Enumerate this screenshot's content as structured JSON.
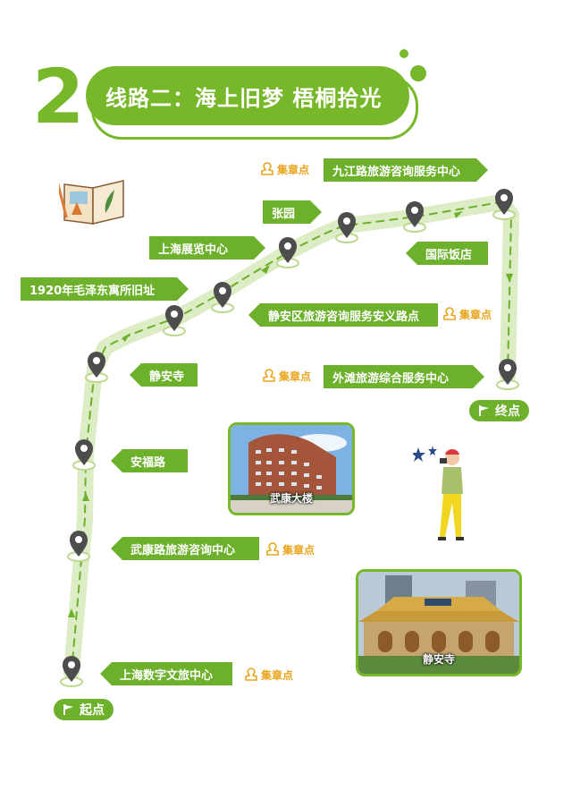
{
  "header": {
    "number": "2",
    "title": "线路二：海上旧梦 梧桐拾光"
  },
  "stations": {
    "jiujiang": "九江路旅游咨询服务中心",
    "zhangyuan": "张园",
    "guoji": "国际饭店",
    "zhanlan": "上海展览中心",
    "maozedong": "1920年毛泽东寓所旧址",
    "jingan_center": "静安区旅游咨询服务安义路点",
    "jingansi": "静安寺",
    "waitan": "外滩旅游综合服务中心",
    "anfu": "安福路",
    "wukang": "武康路旅游咨询中心",
    "digital": "上海数字文旅中心"
  },
  "stamp_label": "集章点",
  "endpoints": {
    "start": "起点",
    "end": "终点"
  },
  "photos": {
    "wukang_building": "武康大楼",
    "jingan_temple": "静安寺"
  },
  "colors": {
    "accent": "#76b82a",
    "label_green": "#6cb02b",
    "stamp_yellow": "#e9a51d",
    "path_light": "#dcecc4",
    "pin_gray": "#4d4d4d"
  }
}
